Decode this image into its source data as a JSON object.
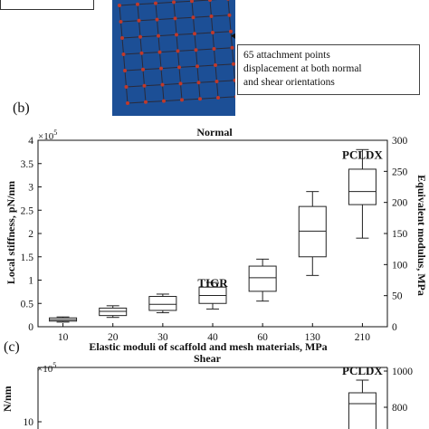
{
  "callout_lines": [
    "65 attachment points",
    "displacement at both normal",
    "and shear orientations"
  ],
  "panel_b": "(b)",
  "panel_c": "(c)",
  "colors": {
    "photo_bg": "#1c4f96",
    "mesh_line": "#2a2a3a",
    "node": "#c0392b",
    "box": "#222222"
  },
  "chart_data": [
    {
      "type": "box",
      "title": "Normal",
      "xlabel": "Elastic moduli of scaffold and mesh materials, MPa",
      "ylabel": "Local stiffness, pN/nm",
      "ylabel_right": "Equivalent modulus, MPa",
      "y_multiplier": "×10",
      "y_multiplier_exp": "5",
      "categories": [
        "10",
        "20",
        "30",
        "40",
        "60",
        "130",
        "210"
      ],
      "ylim": [
        0,
        4
      ],
      "yticks": [
        "0",
        "0.5",
        "1",
        "1.5",
        "2",
        "2.5",
        "3",
        "3.5",
        "4"
      ],
      "ylim_right": [
        0,
        300
      ],
      "yticks_right": [
        "0",
        "50",
        "100",
        "150",
        "200",
        "250",
        "300"
      ],
      "annotations": [
        {
          "text": "TIGR",
          "category": "40",
          "y": 0.85
        },
        {
          "text": "PCLDX",
          "category": "210",
          "y": 3.6
        }
      ],
      "boxes": [
        {
          "category": "10",
          "min": 0.1,
          "q1": 0.12,
          "median": 0.15,
          "q3": 0.19,
          "max": 0.21
        },
        {
          "category": "20",
          "min": 0.2,
          "q1": 0.24,
          "median": 0.33,
          "q3": 0.4,
          "max": 0.45
        },
        {
          "category": "30",
          "min": 0.3,
          "q1": 0.35,
          "median": 0.48,
          "q3": 0.65,
          "max": 0.7
        },
        {
          "category": "40",
          "min": 0.38,
          "q1": 0.5,
          "median": 0.67,
          "q3": 0.85,
          "max": 0.95
        },
        {
          "category": "60",
          "min": 0.55,
          "q1": 0.76,
          "median": 1.05,
          "q3": 1.3,
          "max": 1.45
        },
        {
          "category": "130",
          "min": 1.1,
          "q1": 1.5,
          "median": 2.05,
          "q3": 2.58,
          "max": 2.9
        },
        {
          "category": "210",
          "min": 1.9,
          "q1": 2.62,
          "median": 2.9,
          "q3": 3.38,
          "max": 3.8
        }
      ]
    },
    {
      "type": "box",
      "title": "Shear",
      "y_multiplier": "×10",
      "y_multiplier_exp": "5",
      "visible_yticks_right": [
        "1000",
        "800"
      ],
      "visible_ytick_left": "10",
      "ylabel_partial": "N/nm",
      "annotations": [
        {
          "text": "PCLDX",
          "category": "210"
        }
      ]
    }
  ]
}
